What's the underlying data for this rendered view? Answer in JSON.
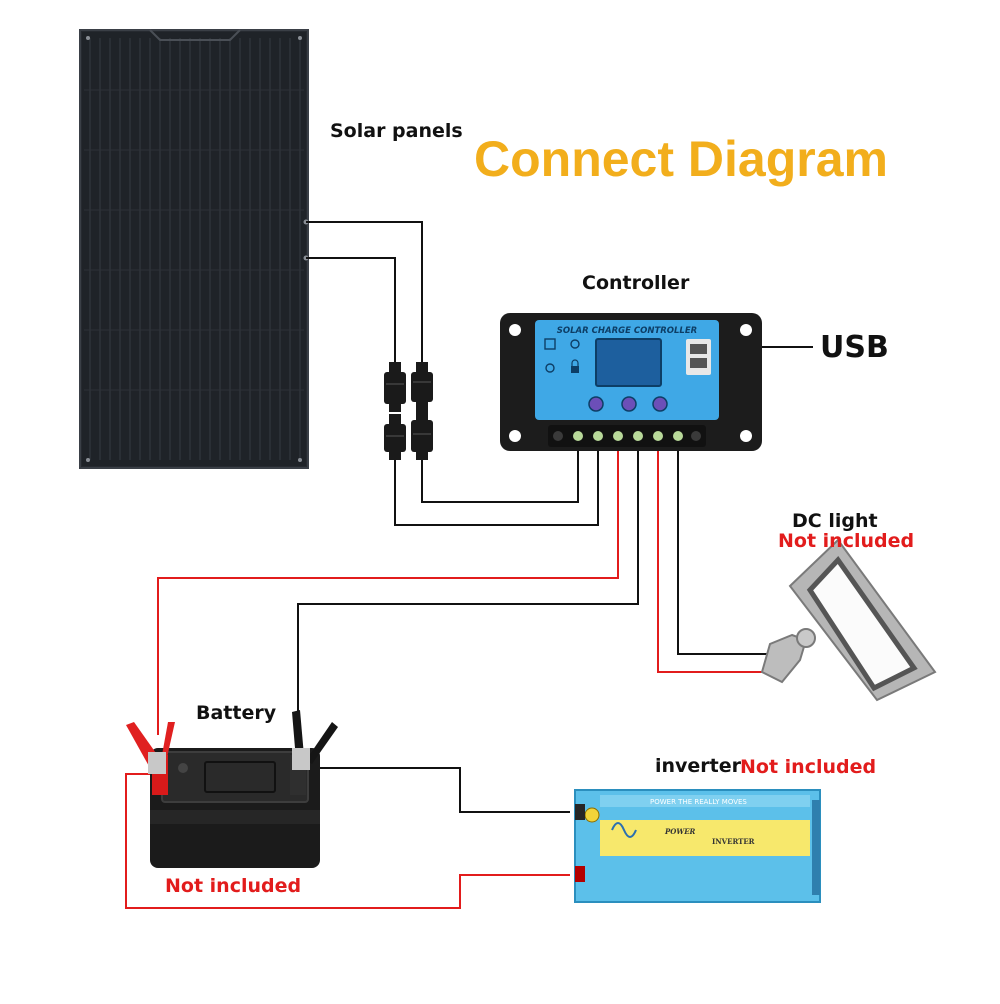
{
  "title": "Connect Diagram",
  "labels": {
    "solar_panels": "Solar panels",
    "controller": "Controller",
    "usb": "USB",
    "dc_light": "DC light",
    "dc_light_note": "Not included",
    "battery": "Battery",
    "battery_note": "Not included",
    "inverter": "inverter",
    "inverter_note": "Not included"
  },
  "controller_text": {
    "header": "SOLAR CHARGE CONTROLLER"
  },
  "inverter_text": {
    "tagline": "POWER THE REALLY MOVES",
    "brand": "POWER",
    "model": "INVERTER"
  },
  "colors": {
    "title": "#f2ae1c",
    "note": "#e21c1c",
    "wire_positive": "#e21c1c",
    "wire_negative": "#111111",
    "controller_face": "#3fa8e6",
    "inverter_body": "#5cc0ea",
    "panel": "#23272c"
  }
}
